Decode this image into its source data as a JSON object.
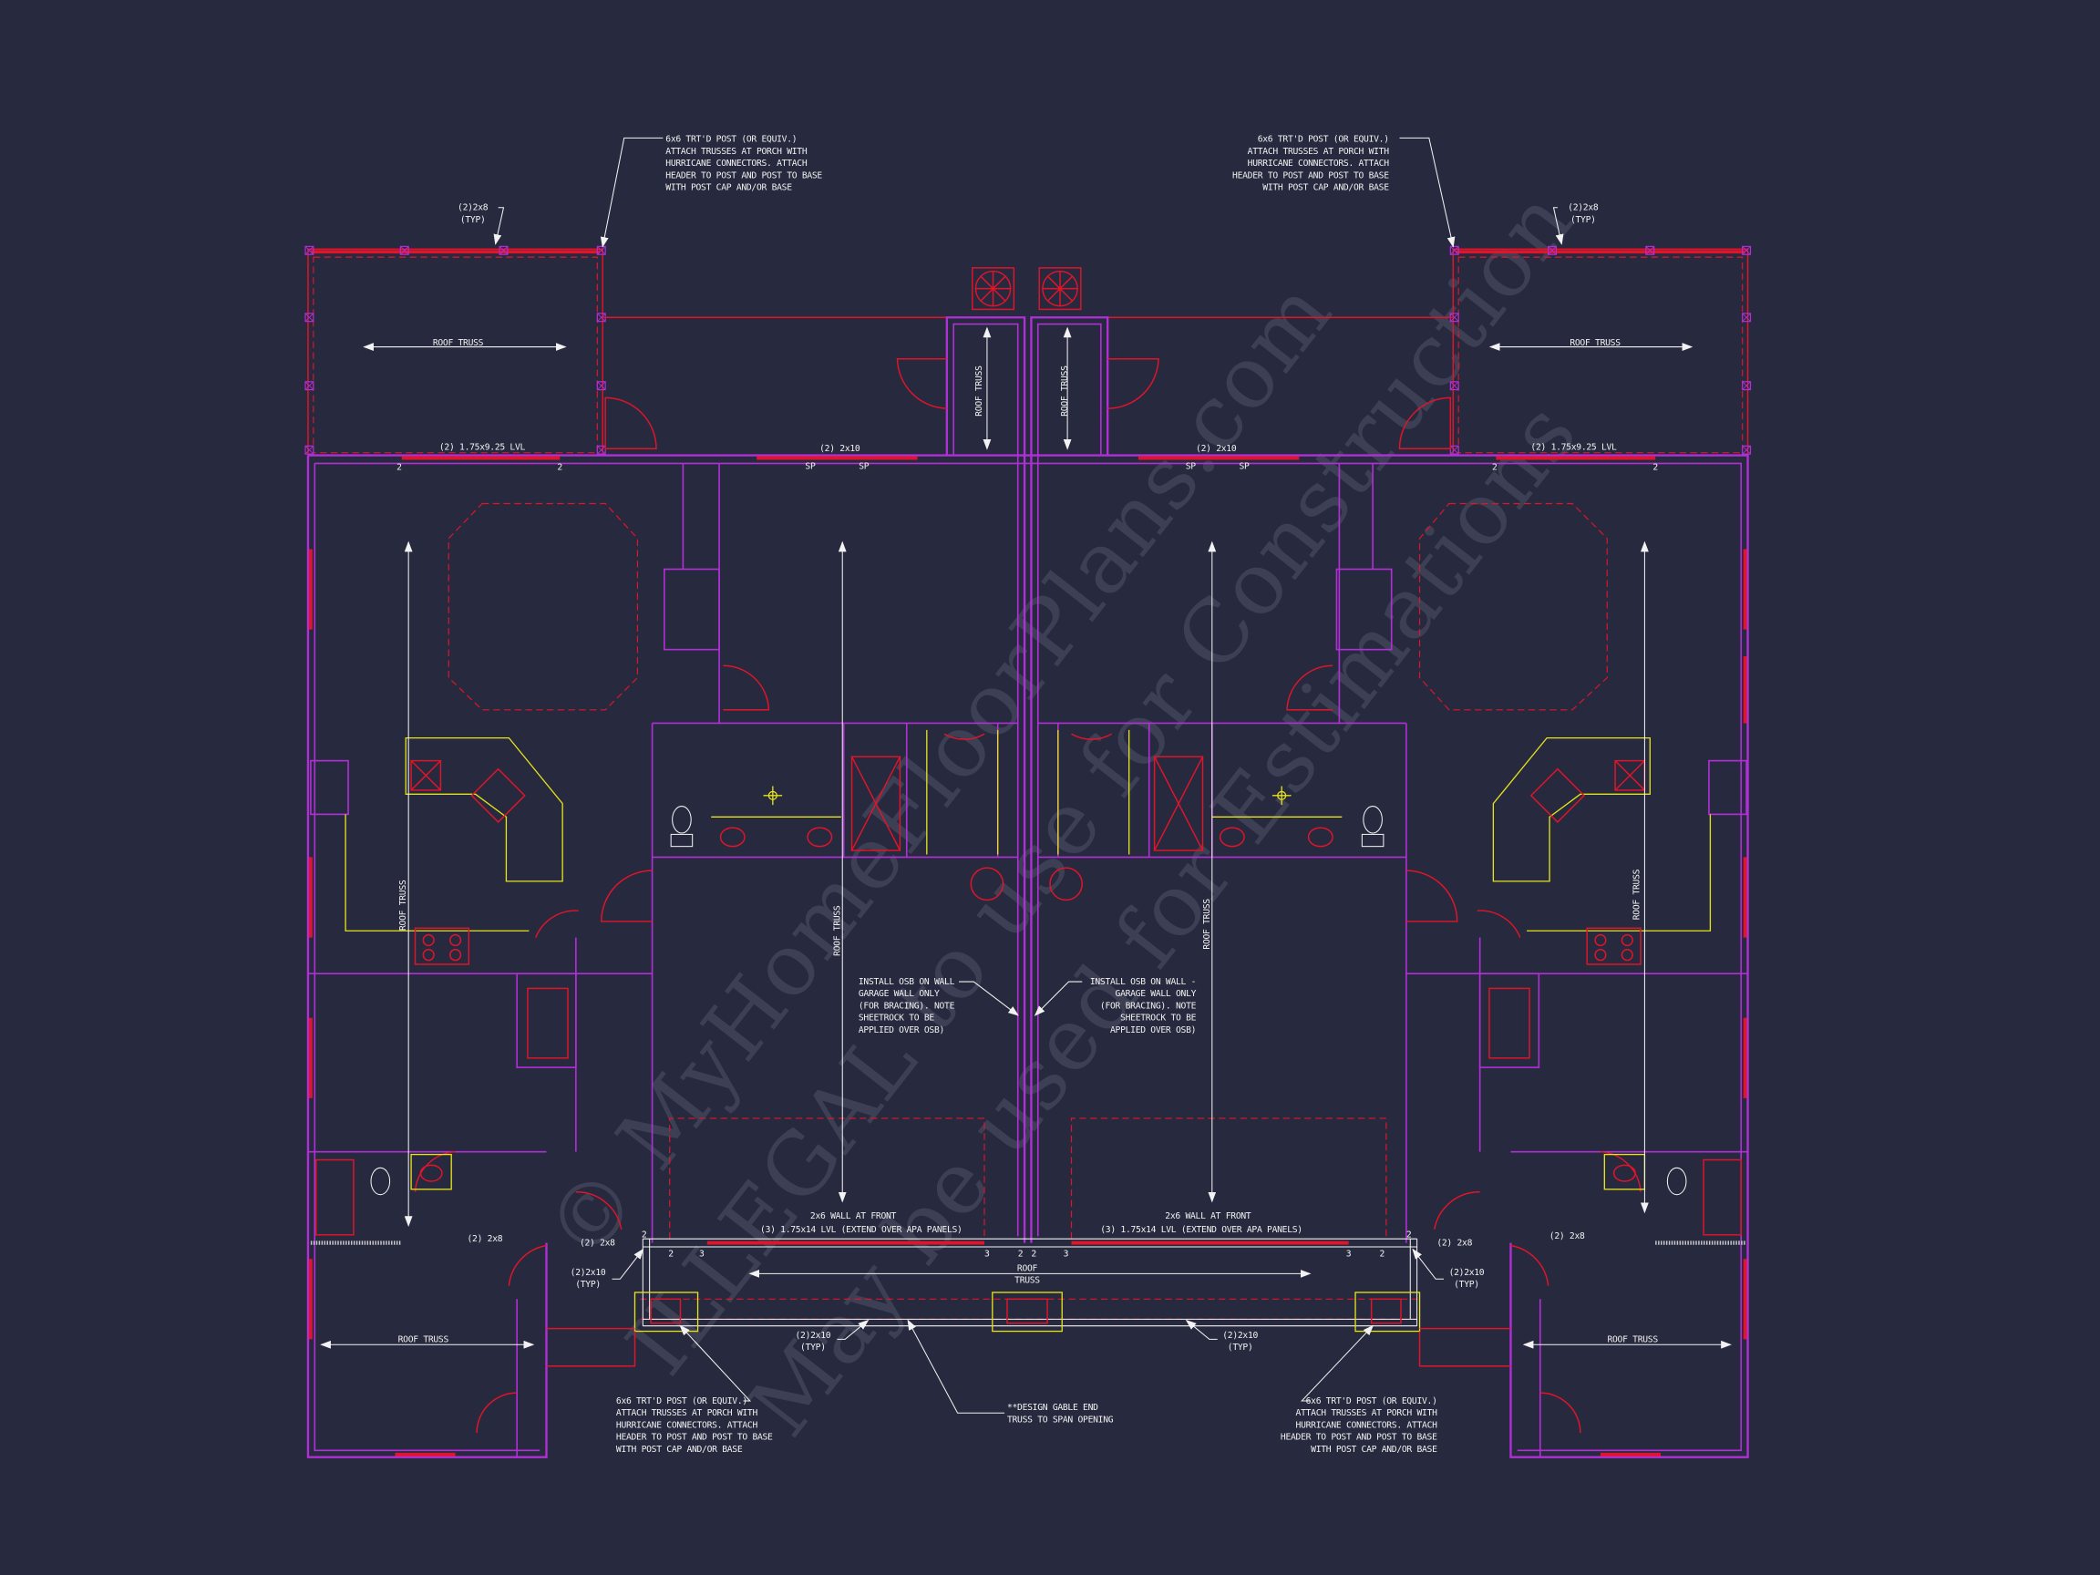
{
  "watermark": {
    "line1": "© MyHomeFloorPlans.com",
    "line2": "ILLEGAL to use for Construction",
    "line3": "May be used for Estimations"
  },
  "notes": {
    "post_note": [
      "6x6 TRT'D POST (OR EQUIV.)",
      "ATTACH TRUSSES AT PORCH WITH",
      "HURRICANE CONNECTORS. ATTACH",
      "HEADER TO POST AND POST TO BASE",
      "WITH POST CAP AND/OR BASE"
    ],
    "osb_note": [
      "INSTALL OSB ON WALL -",
      "GARAGE WALL ONLY",
      "(FOR BRACING). NOTE",
      "SHEETROCK TO BE",
      "APPLIED OVER OSB)"
    ],
    "gable_note": [
      "**DESIGN GABLE END",
      "TRUSS TO SPAN OPENING"
    ],
    "typ_2x8": [
      "(2)2x8",
      "(TYP)"
    ],
    "typ_2x10": [
      "(2)2x10",
      "(TYP)"
    ],
    "roof_truss_center": [
      "ROOF",
      "TRUSS"
    ]
  },
  "labels": {
    "roof_truss": "ROOF TRUSS",
    "lvl_925": "(2) 1.75x9.25 LVL",
    "header_2x10": "(2) 2x10",
    "header_2x8": "(2) 2x8",
    "sp": "SP",
    "wall_front": "2x6 WALL AT FRONT",
    "lvl_14": "(3) 1.75x14 LVL (EXTEND OVER APA PANELS)",
    "num2": "2",
    "num3": "3"
  },
  "colors": {
    "background": "#272a3e",
    "wall": "#b12fd6",
    "header": "#e0142a",
    "fixture": "#e6e21c",
    "annotation": "#f2f2f2"
  }
}
